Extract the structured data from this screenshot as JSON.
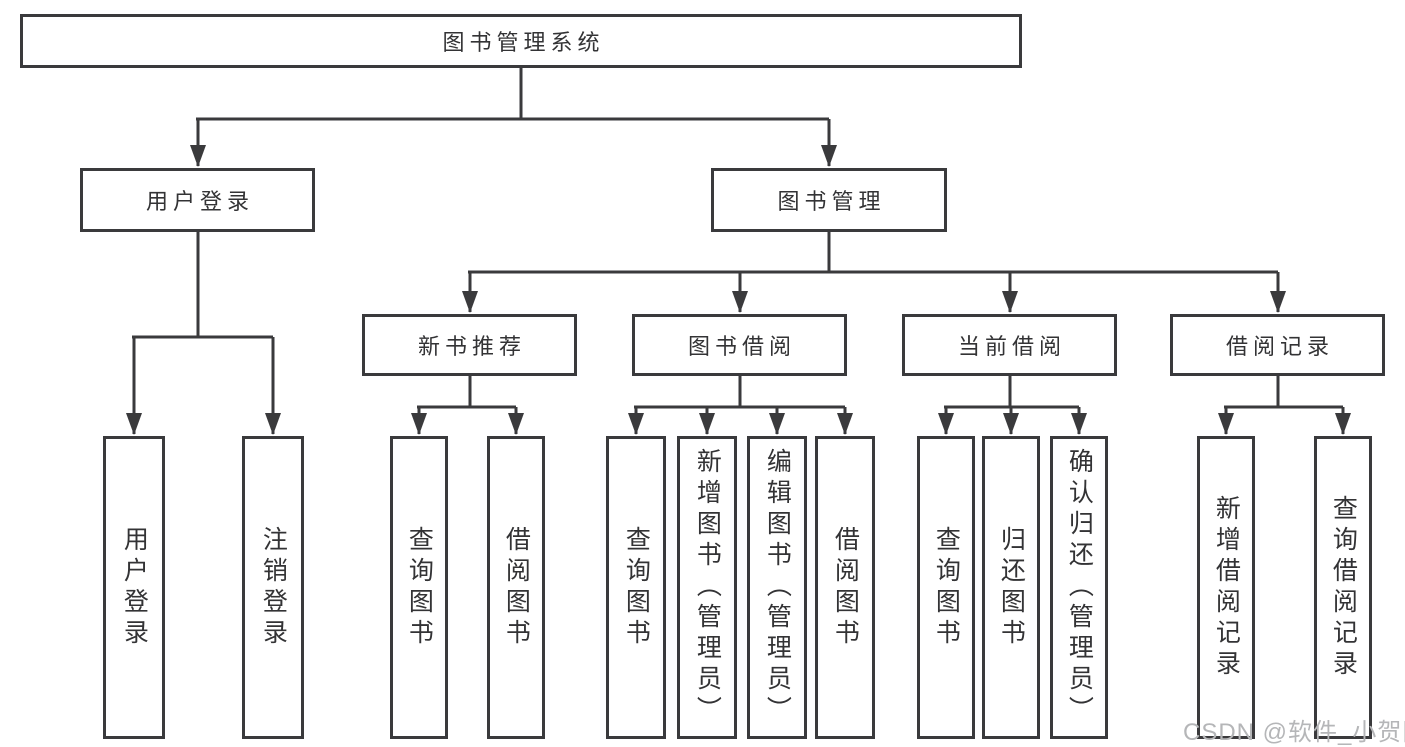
{
  "diagram": {
    "root": {
      "label": "图书管理系统"
    },
    "branches": [
      {
        "label": "用户登录",
        "children": [
          {
            "label": "用户登录"
          },
          {
            "label": "注销登录"
          }
        ]
      },
      {
        "label": "图书管理",
        "children": [
          {
            "label": "新书推荐",
            "children": [
              {
                "label": "查询图书"
              },
              {
                "label": "借阅图书"
              }
            ]
          },
          {
            "label": "图书借阅",
            "children": [
              {
                "label": "查询图书"
              },
              {
                "label": "新增图书（管理员）"
              },
              {
                "label": "编辑图书（管理员）"
              },
              {
                "label": "借阅图书"
              }
            ]
          },
          {
            "label": "当前借阅",
            "children": [
              {
                "label": "查询图书"
              },
              {
                "label": "归还图书"
              },
              {
                "label": "确认归还（管理员）"
              }
            ]
          },
          {
            "label": "借阅记录",
            "children": [
              {
                "label": "新增借阅记录"
              },
              {
                "label": "查询借阅记录"
              }
            ]
          }
        ]
      }
    ]
  },
  "watermark": {
    "text": "CSDN @软件_小贺同学",
    "color": "#b5b6b8"
  },
  "colors": {
    "line": "#3a3a3c",
    "node_border": "#3a3a3c",
    "text": "#333335",
    "background": "#ffffff"
  }
}
